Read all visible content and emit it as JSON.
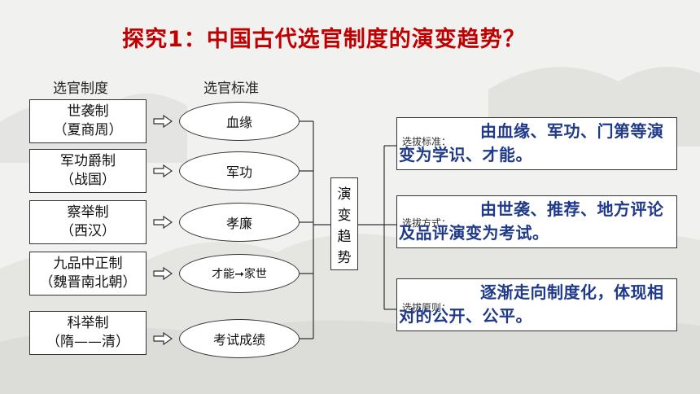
{
  "title": "探究1：中国古代选官制度的演变趋势？",
  "labels": {
    "systems": "选官制度",
    "standards": "选官标准"
  },
  "systems": [
    {
      "name": "世袭制",
      "era": "（夏商周）"
    },
    {
      "name": "军功爵制",
      "era": "（战国）"
    },
    {
      "name": "察举制",
      "era": "（西汉）"
    },
    {
      "name": "九品中正制",
      "era": "（魏晋南北朝）"
    },
    {
      "name": "科举制",
      "era": "（隋——清）"
    }
  ],
  "standards": [
    "血缘",
    "军功",
    "孝廉",
    "才能➞家世",
    "考试成绩"
  ],
  "trend": [
    "演",
    "变",
    "趋",
    "势"
  ],
  "results": [
    {
      "label": "选拔标准：",
      "text": "由血缘、军功、门第等演变为学识、才能。"
    },
    {
      "label": "选拔方式：",
      "text": "由世袭、推荐、地方评论及品评演变为考试。"
    },
    {
      "label": "选拔原则：",
      "text": "逐渐走向制度化，体现相对的公开、公平。"
    }
  ]
}
